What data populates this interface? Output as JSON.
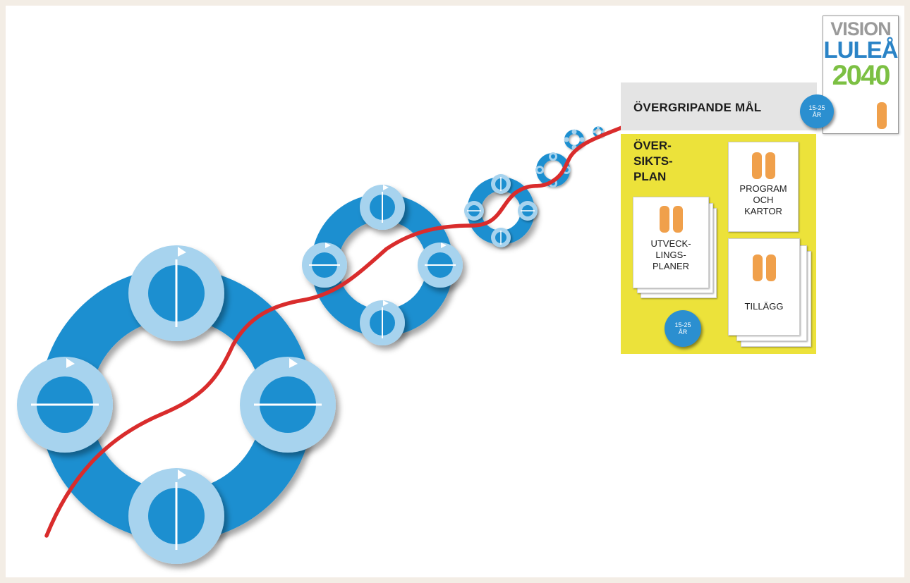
{
  "logo": {
    "line1": "VISION",
    "line2": "LULEÅ",
    "line3": "2040"
  },
  "goal": {
    "label": "ÖVERGRIPANDE MÅL",
    "badge_line1": "15-25",
    "badge_line2": "ÅR"
  },
  "plan": {
    "title_lines": [
      "ÖVER-",
      "SIKTS-",
      "PLAN"
    ],
    "badge_line1": "15-25",
    "badge_line2": "ÅR",
    "docs": {
      "program": [
        "PROGRAM",
        "OCH",
        "KARTOR"
      ],
      "utveckling": [
        "UTVECK-",
        "LINGS-",
        "PLANER"
      ],
      "tillagg": [
        "TILLÄGG"
      ]
    }
  },
  "colors": {
    "page_background": "#f3ede5",
    "ring_blue": "#1f8fd0",
    "buoy_light_blue": "#a7d3ee",
    "thread_red": "#d92c2c",
    "panel_yellow": "#ece23a",
    "band_grey": "#e4e4e4",
    "accent_orange": "#f0a04b",
    "logo_grey": "#9a9a9a",
    "logo_blue": "#2a83c6",
    "logo_green": "#7cc043"
  }
}
